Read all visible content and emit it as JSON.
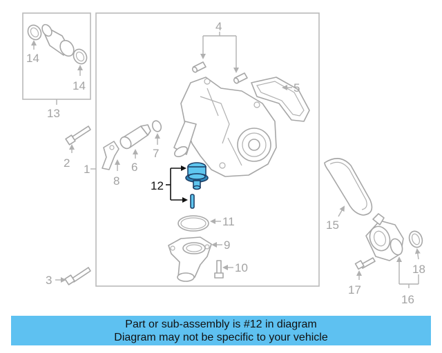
{
  "diagram": {
    "callouts": {
      "c1": "1",
      "c2": "2",
      "c3": "3",
      "c4": "4",
      "c5": "5",
      "c6": "6",
      "c7": "7",
      "c8": "8",
      "c9": "9",
      "c10": "10",
      "c11": "11",
      "c12": "12",
      "c13": "13",
      "c14a": "14",
      "c14b": "14",
      "c15": "15",
      "c16": "16",
      "c17": "17",
      "c18": "18"
    },
    "highlighted_part": "12",
    "colors": {
      "highlight_fill": "#5fc6ef",
      "highlight_outline": "#1d3f66",
      "banner_background": "#5ec1f1",
      "line_art": "#a6a6a6"
    }
  },
  "banner": {
    "line1": "Part or sub-assembly is #12 in diagram",
    "line2": "Diagram may not be specific to your vehicle"
  }
}
